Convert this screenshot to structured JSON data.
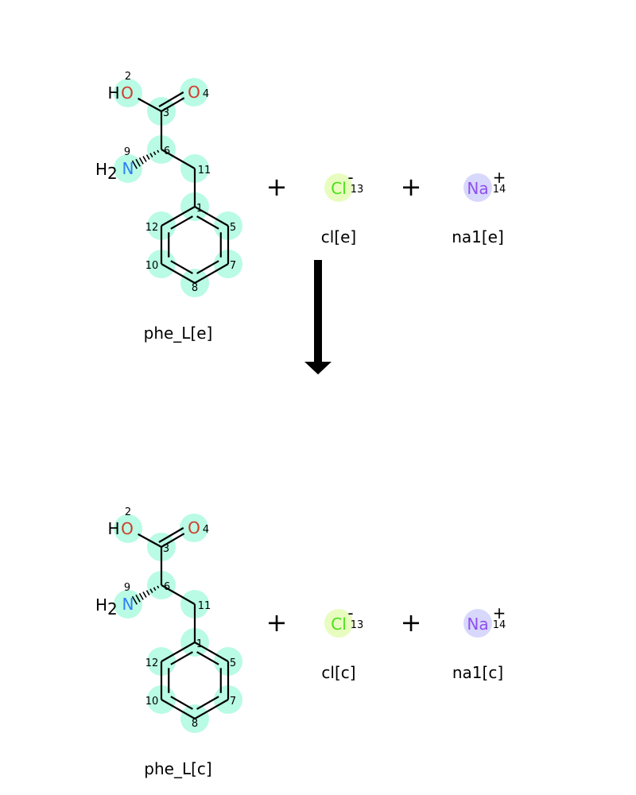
{
  "colors": {
    "atom_highlight": "#b9fbe4",
    "cl_highlight": "#e8fcc0",
    "na_highlight": "#d8d8fc",
    "oxygen": "#d03b2a",
    "nitrogen": "#2f7ef5",
    "chlorine": "#4be01a",
    "sodium": "#8f4ff0",
    "bond": "#000000"
  },
  "reactants": {
    "molecule": {
      "caption": "phe_L[e]",
      "atoms": {
        "O2": {
          "symbol": "O",
          "prefix": "H",
          "index": "2"
        },
        "O4": {
          "symbol": "O",
          "index": "4"
        },
        "C3": {
          "index": "3"
        },
        "C6": {
          "index": "6"
        },
        "N9": {
          "symbol": "N",
          "prefix": "H2",
          "index": "9"
        },
        "C11": {
          "index": "11"
        },
        "C1": {
          "index": "1"
        },
        "C5": {
          "index": "5"
        },
        "C7": {
          "index": "7"
        },
        "C8": {
          "index": "8"
        },
        "C10": {
          "index": "10"
        },
        "C12": {
          "index": "12"
        }
      }
    },
    "chloride": {
      "symbol": "Cl",
      "charge": "-",
      "index": "13",
      "caption": "cl[e]"
    },
    "sodium": {
      "symbol": "Na",
      "charge": "+",
      "index": "14",
      "caption": "na1[e]"
    },
    "plus": "+"
  },
  "products": {
    "molecule": {
      "caption": "phe_L[c]",
      "atoms": {
        "O2": {
          "symbol": "O",
          "prefix": "H",
          "index": "2"
        },
        "O4": {
          "symbol": "O",
          "index": "4"
        },
        "C3": {
          "index": "3"
        },
        "C6": {
          "index": "6"
        },
        "N9": {
          "symbol": "N",
          "prefix": "H2",
          "index": "9"
        },
        "C11": {
          "index": "11"
        },
        "C1": {
          "index": "1"
        },
        "C5": {
          "index": "5"
        },
        "C7": {
          "index": "7"
        },
        "C8": {
          "index": "8"
        },
        "C10": {
          "index": "10"
        },
        "C12": {
          "index": "12"
        }
      }
    },
    "chloride": {
      "symbol": "Cl",
      "charge": "-",
      "index": "13",
      "caption": "cl[c]"
    },
    "sodium": {
      "symbol": "Na",
      "charge": "+",
      "index": "14",
      "caption": "na1[c]"
    },
    "plus": "+"
  }
}
